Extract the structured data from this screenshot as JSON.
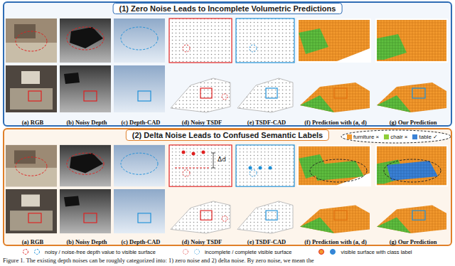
{
  "diagram": {
    "caption": "Figure 1. The existing depth noises can be roughly categorized into: 1) zero noise and 2) delta noise. By zero noise, we mean the",
    "nodes": [
      {
        "text": [
          "(1) Zero Noise Leads to Incomplete Volumetric Predictions"
        ]
      },
      {
        "text": [
          "(a) RGB"
        ],
        "in": 0
      },
      {
        "text": [
          "(b) Noisy Depth"
        ],
        "in": 0
      },
      {
        "text": [
          "(c) Depth-CAD"
        ],
        "in": 0
      },
      {
        "text": [
          "(d) Noisy TSDF"
        ],
        "in": 0
      },
      {
        "text": [
          "(e) TSDF-CAD"
        ],
        "in": 0
      },
      {
        "text": [
          "(f) Prediction with (a, d)"
        ],
        "in": 0
      },
      {
        "text": [
          "(g) Our Prediction"
        ],
        "in": 0
      },
      {
        "text": [
          "(2) Delta Noise Leads to Confused Semantic Labels"
        ]
      },
      {
        "text": [
          "(a) RGB"
        ],
        "in": 8
      },
      {
        "text": [
          "(b) Noisy Depth"
        ],
        "in": 8
      },
      {
        "text": [
          "(c) Depth-CAD"
        ],
        "in": 8
      },
      {
        "text": [
          "(d) Noisy TSDF"
        ],
        "in": 8
      },
      {
        "text": [
          "(e) TSDF-CAD"
        ],
        "in": 8
      },
      {
        "text": [
          "(f) Prediction with (a, d)"
        ],
        "in": 8
      },
      {
        "text": [
          "(g) Our Prediction"
        ],
        "in": 8
      }
    ],
    "labels": [
      "Δd"
    ],
    "legend": [
      {
        "text": "furniture ×",
        "color": "#f39a2e"
      },
      {
        "text": "chair ×",
        "color": "#8fce3a"
      },
      {
        "text": "table ✓",
        "color": "#3b82d6"
      },
      {
        "text": "noisy / noise-free depth value to visible surface"
      },
      {
        "text": "incomplete / complete visible surface"
      },
      {
        "text": "visible surface with class label"
      }
    ]
  }
}
